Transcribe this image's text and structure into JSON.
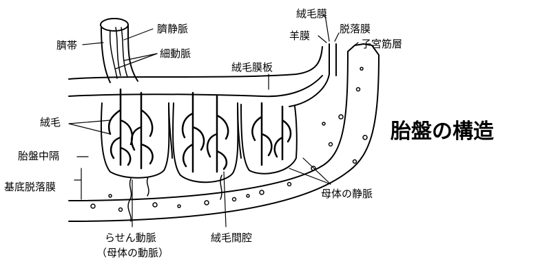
{
  "title": "胎盤の構造",
  "labels": {
    "umbilical_cord": "臍帯",
    "umbilical_vein": "臍静脈",
    "umbilical_artery": "細動脈",
    "chorion": "絨毛膜",
    "amnion": "羊膜",
    "decidua": "脱落膜",
    "myometrium": "子宮筋層",
    "chorionic_plate": "絨毛膜板",
    "villi": "絨毛",
    "placental_septum": "胎盤中隔",
    "basal_decidua": "基底脱落膜",
    "maternal_vein": "母体の静脈",
    "spiral_artery": "らせん動脈",
    "spiral_artery_note": "（母体の動脈）",
    "intervillous_space": "絨毛間腔"
  }
}
